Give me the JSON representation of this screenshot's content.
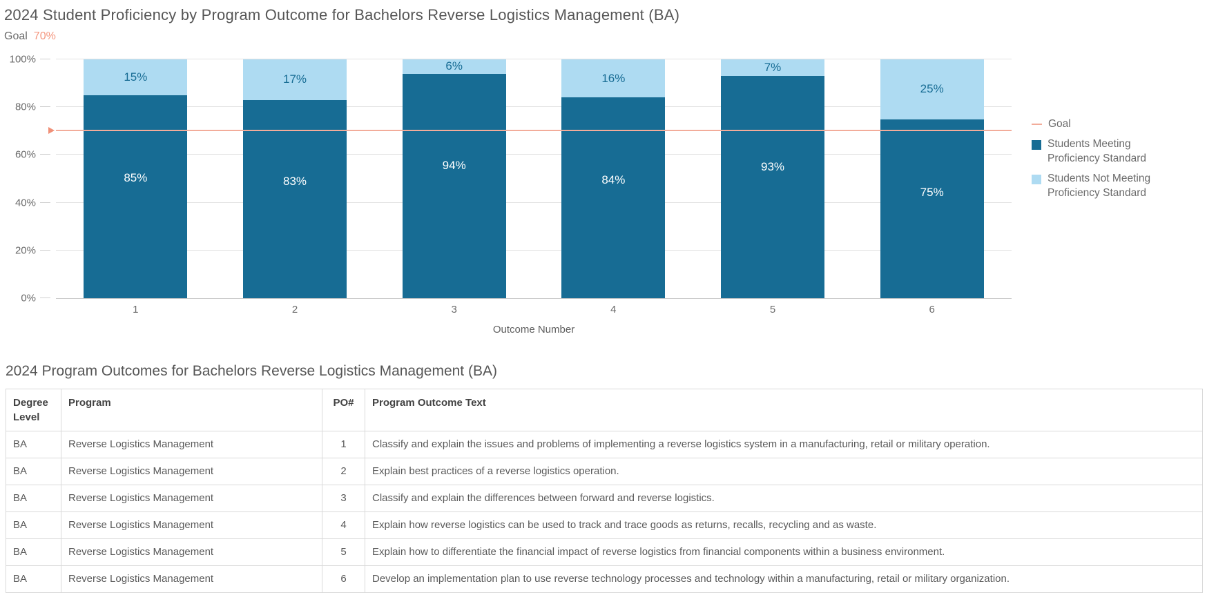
{
  "chart": {
    "title": "2024 Student Proficiency by Program Outcome for Bachelors Reverse Logistics Management (BA)",
    "goal_label": "Goal",
    "goal_value_label": "70%",
    "legend": {
      "goal": "Goal",
      "meeting": "Students Meeting Proficiency Standard",
      "not_meeting": "Students Not Meeting Proficiency Standard"
    },
    "colors": {
      "meeting": "#176C94",
      "not_meeting": "#AEDBF2",
      "goal_line": "#F2AC9A",
      "goal_arrow": "#F09078",
      "goal_text": "#F4967E",
      "label_on_light": "#176C94"
    }
  },
  "chart_data": {
    "type": "bar",
    "stacked": true,
    "title": "2024 Student Proficiency by Program Outcome for Bachelors Reverse Logistics Management (BA)",
    "categories": [
      "1",
      "2",
      "3",
      "4",
      "5",
      "6"
    ],
    "series": [
      {
        "name": "Students Meeting Proficiency Standard",
        "values": [
          85,
          83,
          94,
          84,
          93,
          75
        ]
      },
      {
        "name": "Students Not Meeting Proficiency Standard",
        "values": [
          15,
          17,
          6,
          16,
          7,
          25
        ]
      }
    ],
    "goal": 70,
    "goal_label": "Goal 70%",
    "yticks": [
      0,
      20,
      40,
      60,
      80,
      100
    ],
    "ytick_suffix": "%",
    "ylim": [
      0,
      100
    ],
    "xlabel": "Outcome Number",
    "ylabel": "",
    "grid": true,
    "legend_position": "right"
  },
  "table": {
    "title": "2024 Program Outcomes for Bachelors Reverse Logistics Management (BA)",
    "headers": [
      "Degree Level",
      "Program",
      "PO#",
      "Program Outcome Text"
    ],
    "rows": [
      [
        "BA",
        "Reverse Logistics Management",
        "1",
        "Classify and explain the issues and problems of implementing a reverse logistics system in a manufacturing, retail or military operation."
      ],
      [
        "BA",
        "Reverse Logistics Management",
        "2",
        "Explain best practices of a reverse logistics operation."
      ],
      [
        "BA",
        "Reverse Logistics Management",
        "3",
        "Classify and explain the differences between forward and reverse logistics."
      ],
      [
        "BA",
        "Reverse Logistics Management",
        "4",
        "Explain how reverse logistics can be used to track and trace goods as returns, recalls, recycling and as waste."
      ],
      [
        "BA",
        "Reverse Logistics Management",
        "5",
        "Explain how to differentiate the financial impact of reverse logistics from financial components within a business environment."
      ],
      [
        "BA",
        "Reverse Logistics Management",
        "6",
        "Develop an implementation plan to use reverse technology processes and technology within a manufacturing, retail or military organization."
      ]
    ]
  }
}
